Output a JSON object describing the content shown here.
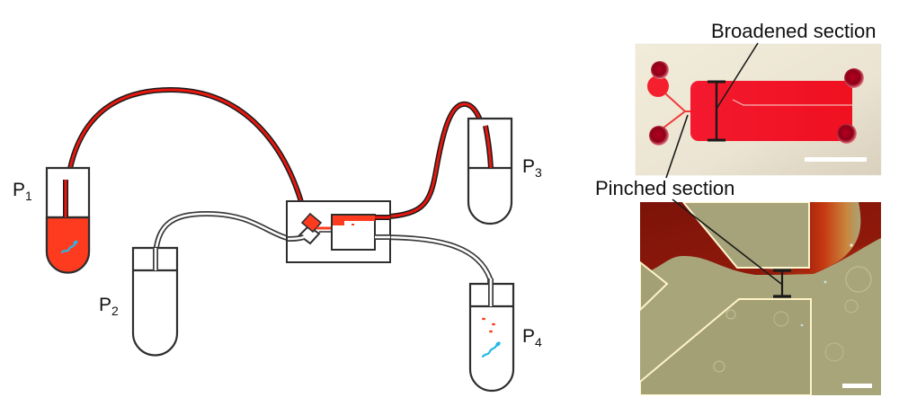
{
  "figure": {
    "title": "Microfluidic chip setup with reservoirs and micrographs",
    "schematic": {
      "reservoirs": [
        {
          "id": "P1",
          "label_main": "P",
          "label_sub": "1",
          "contents": "red fluid with sperm cell",
          "role": "inlet"
        },
        {
          "id": "P2",
          "label_main": "P",
          "label_sub": "2",
          "contents": "empty",
          "role": "inlet"
        },
        {
          "id": "P3",
          "label_main": "P",
          "label_sub": "3",
          "contents": "empty",
          "role": "outlet (red stream)"
        },
        {
          "id": "P4",
          "label_main": "P",
          "label_sub": "4",
          "contents": "sorted sperm cell and red particles",
          "role": "outlet (clear stream)"
        }
      ],
      "tubing": [
        {
          "from": "P1",
          "to": "chip",
          "fluid": "red"
        },
        {
          "from": "P2",
          "to": "chip",
          "fluid": "clear"
        },
        {
          "from": "chip",
          "to": "P3",
          "fluid": "red"
        },
        {
          "from": "chip",
          "to": "P4",
          "fluid": "clear"
        }
      ]
    },
    "photos": {
      "top": {
        "annotation_broadened": "Broadened section",
        "annotation_pinched": "Pinched section",
        "scale_bar": "white scale bar"
      },
      "bottom": {
        "scale_bar": "white scale bar"
      }
    },
    "colors": {
      "red_fluid": "#ff3b1f",
      "red_tube": "#e8170f",
      "sperm_cyan": "#22b8e8",
      "outline": "#2e2e2e",
      "chip_red": "#f0182e",
      "photo_bg": "#ece5d6",
      "micrograph_bg": "#a8a47a",
      "micrograph_red": "#8f0e05"
    }
  }
}
